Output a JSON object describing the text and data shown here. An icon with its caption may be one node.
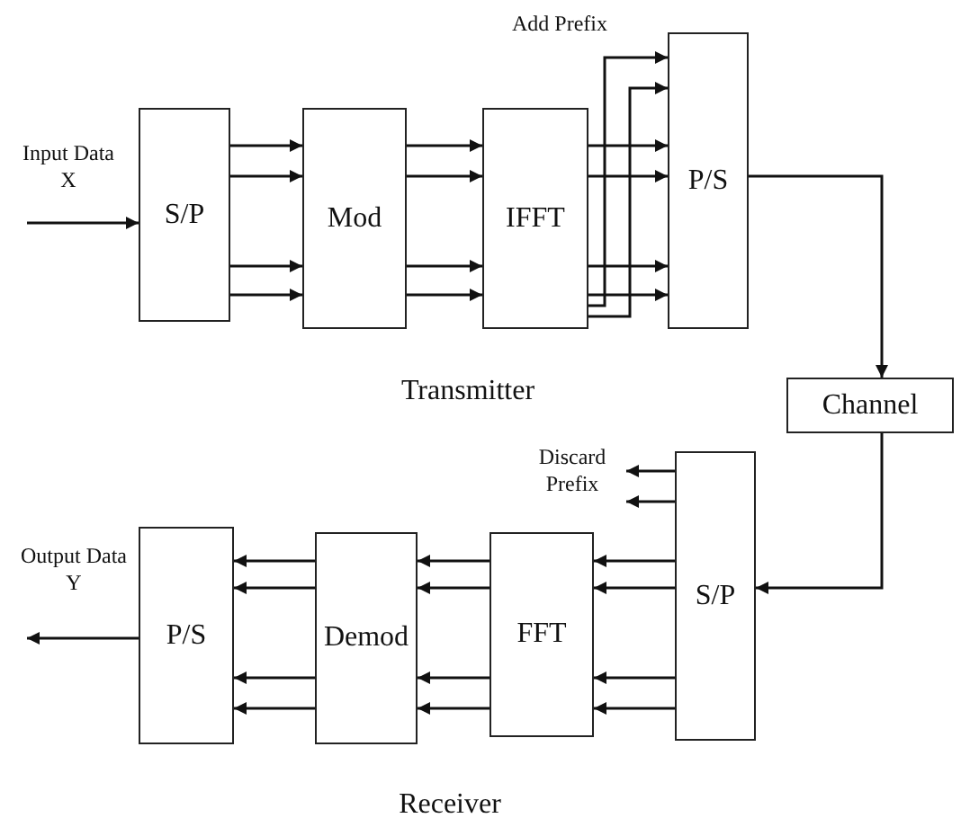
{
  "diagram": {
    "nodes": [
      {
        "text": [
          "S/P"
        ]
      },
      {
        "text": [
          "Mod"
        ]
      },
      {
        "text": [
          "IFFT"
        ]
      },
      {
        "text": [
          "P/S"
        ]
      },
      {
        "text": [
          "Channel"
        ]
      },
      {
        "text": [
          "S/P"
        ]
      },
      {
        "text": [
          "FFT"
        ]
      },
      {
        "text": [
          "Demod"
        ]
      },
      {
        "text": [
          "P/S"
        ]
      },
      {
        "text": [
          "Discard Prefix"
        ]
      }
    ],
    "edges": [
      {
        "from": null,
        "to": 0,
        "arrow": "to"
      },
      {
        "from": 0,
        "to": 1,
        "arrow": "to"
      },
      {
        "from": 0,
        "to": 1,
        "arrow": "to"
      },
      {
        "from": 0,
        "to": 1,
        "arrow": "to"
      },
      {
        "from": 0,
        "to": 1,
        "arrow": "to"
      },
      {
        "from": 1,
        "to": 2,
        "arrow": "to"
      },
      {
        "from": 1,
        "to": 2,
        "arrow": "to"
      },
      {
        "from": 1,
        "to": 2,
        "arrow": "to"
      },
      {
        "from": 1,
        "to": 2,
        "arrow": "to"
      },
      {
        "from": 2,
        "to": 3,
        "arrow": "to"
      },
      {
        "from": 2,
        "to": 3,
        "arrow": "to"
      },
      {
        "from": 2,
        "to": 3,
        "arrow": "to"
      },
      {
        "from": 2,
        "to": 3,
        "arrow": "to"
      },
      {
        "from": 2,
        "to": 3,
        "arrow": "to"
      },
      {
        "from": 2,
        "to": 3,
        "arrow": "to"
      },
      {
        "from": 3,
        "to": 4,
        "arrow": "to"
      },
      {
        "from": 4,
        "to": 5,
        "arrow": "to"
      },
      {
        "from": 5,
        "to": 6,
        "arrow": "to"
      },
      {
        "from": 5,
        "to": 6,
        "arrow": "to"
      },
      {
        "from": 5,
        "to": 6,
        "arrow": "to"
      },
      {
        "from": 5,
        "to": 6,
        "arrow": "to"
      },
      {
        "from": 6,
        "to": 7,
        "arrow": "to"
      },
      {
        "from": 6,
        "to": 7,
        "arrow": "to"
      },
      {
        "from": 6,
        "to": 7,
        "arrow": "to"
      },
      {
        "from": 6,
        "to": 7,
        "arrow": "to"
      },
      {
        "from": 7,
        "to": 8,
        "arrow": "to"
      },
      {
        "from": 7,
        "to": 8,
        "arrow": "to"
      },
      {
        "from": 7,
        "to": 8,
        "arrow": "to"
      },
      {
        "from": 7,
        "to": 8,
        "arrow": "to"
      },
      {
        "from": 5,
        "to": 9,
        "arrow": "to"
      },
      {
        "from": 5,
        "to": 9,
        "arrow": "to"
      },
      {
        "from": 8,
        "to": null,
        "arrow": "to"
      }
    ],
    "labels": [
      "Input Data X",
      "Add Prefix",
      "Transmitter",
      "Output Data Y",
      "Receiver"
    ]
  }
}
